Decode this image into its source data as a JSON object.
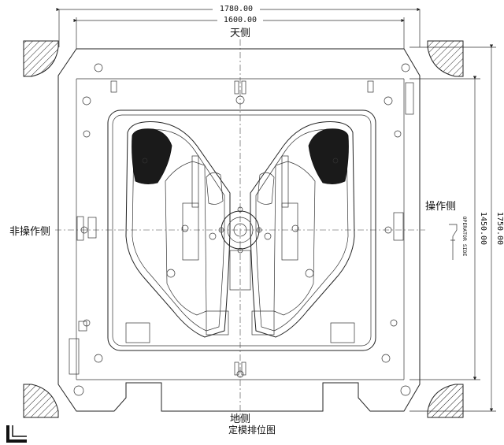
{
  "labels": {
    "top_side": "天侧",
    "bottom_side": "地侧",
    "operator_side": "操作侧",
    "non_operator_side": "非操作侧",
    "caption": "定模排位图",
    "operator_side_en": "OPERATOR SIDE"
  },
  "dimensions": {
    "overall_width": "1780.00",
    "inner_width": "1600.00",
    "overall_height": "1750.00",
    "inner_height": "1450.00"
  }
}
